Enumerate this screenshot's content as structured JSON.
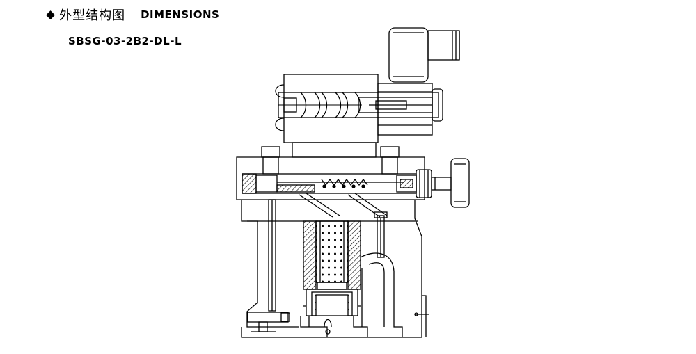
{
  "header": {
    "bullet": "◆",
    "title_cn": "外型结构图",
    "title_en": "DIMENSIONS"
  },
  "model": "SBSG-03-2B2-DL-L"
}
